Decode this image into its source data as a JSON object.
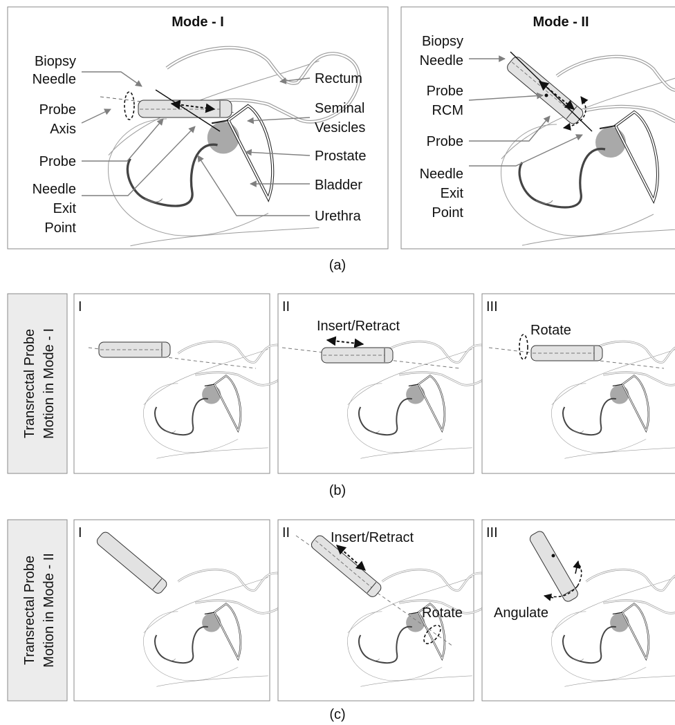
{
  "panel_a": {
    "mode1": {
      "title": "Mode - I",
      "labels": {
        "biopsy_needle": [
          "Biopsy",
          "Needle"
        ],
        "probe_axis": [
          "Probe",
          "Axis"
        ],
        "probe": "Probe",
        "needle_exit_point": [
          "Needle",
          "Exit",
          "Point"
        ],
        "rectum": "Rectum",
        "seminal_vesicles": [
          "Seminal",
          "Vesicles"
        ],
        "prostate": "Prostate",
        "bladder": "Bladder",
        "urethra": "Urethra"
      }
    },
    "mode2": {
      "title": "Mode - II",
      "labels": {
        "biopsy_needle": [
          "Biopsy",
          "Needle"
        ],
        "probe_rcm": [
          "Probe",
          "RCM"
        ],
        "probe": "Probe",
        "needle_exit_point": [
          "Needle",
          "Exit",
          "Point"
        ]
      }
    },
    "caption": "(a)"
  },
  "panel_b": {
    "side_label": [
      "Transrectal Probe",
      "Motion in Mode - I"
    ],
    "subpanels": [
      {
        "numeral": "I",
        "action": ""
      },
      {
        "numeral": "II",
        "action": "Insert/Retract"
      },
      {
        "numeral": "III",
        "action": "Rotate"
      }
    ],
    "caption": "(b)"
  },
  "panel_c": {
    "side_label": [
      "Transrectal Probe",
      "Motion in Mode - II"
    ],
    "subpanels": [
      {
        "numeral": "I",
        "actions": []
      },
      {
        "numeral": "II",
        "actions": [
          "Insert/Retract",
          "Rotate"
        ]
      },
      {
        "numeral": "III",
        "actions": [
          "Angulate"
        ]
      }
    ],
    "caption": "(c)"
  },
  "colors": {
    "border": "#8a8a8a",
    "probe_fill": "#e2e2e2",
    "prostate_fill": "#a9a9a9",
    "urethra": "#444444",
    "leader": "#7f7f7f",
    "side_box": "#ececec"
  }
}
